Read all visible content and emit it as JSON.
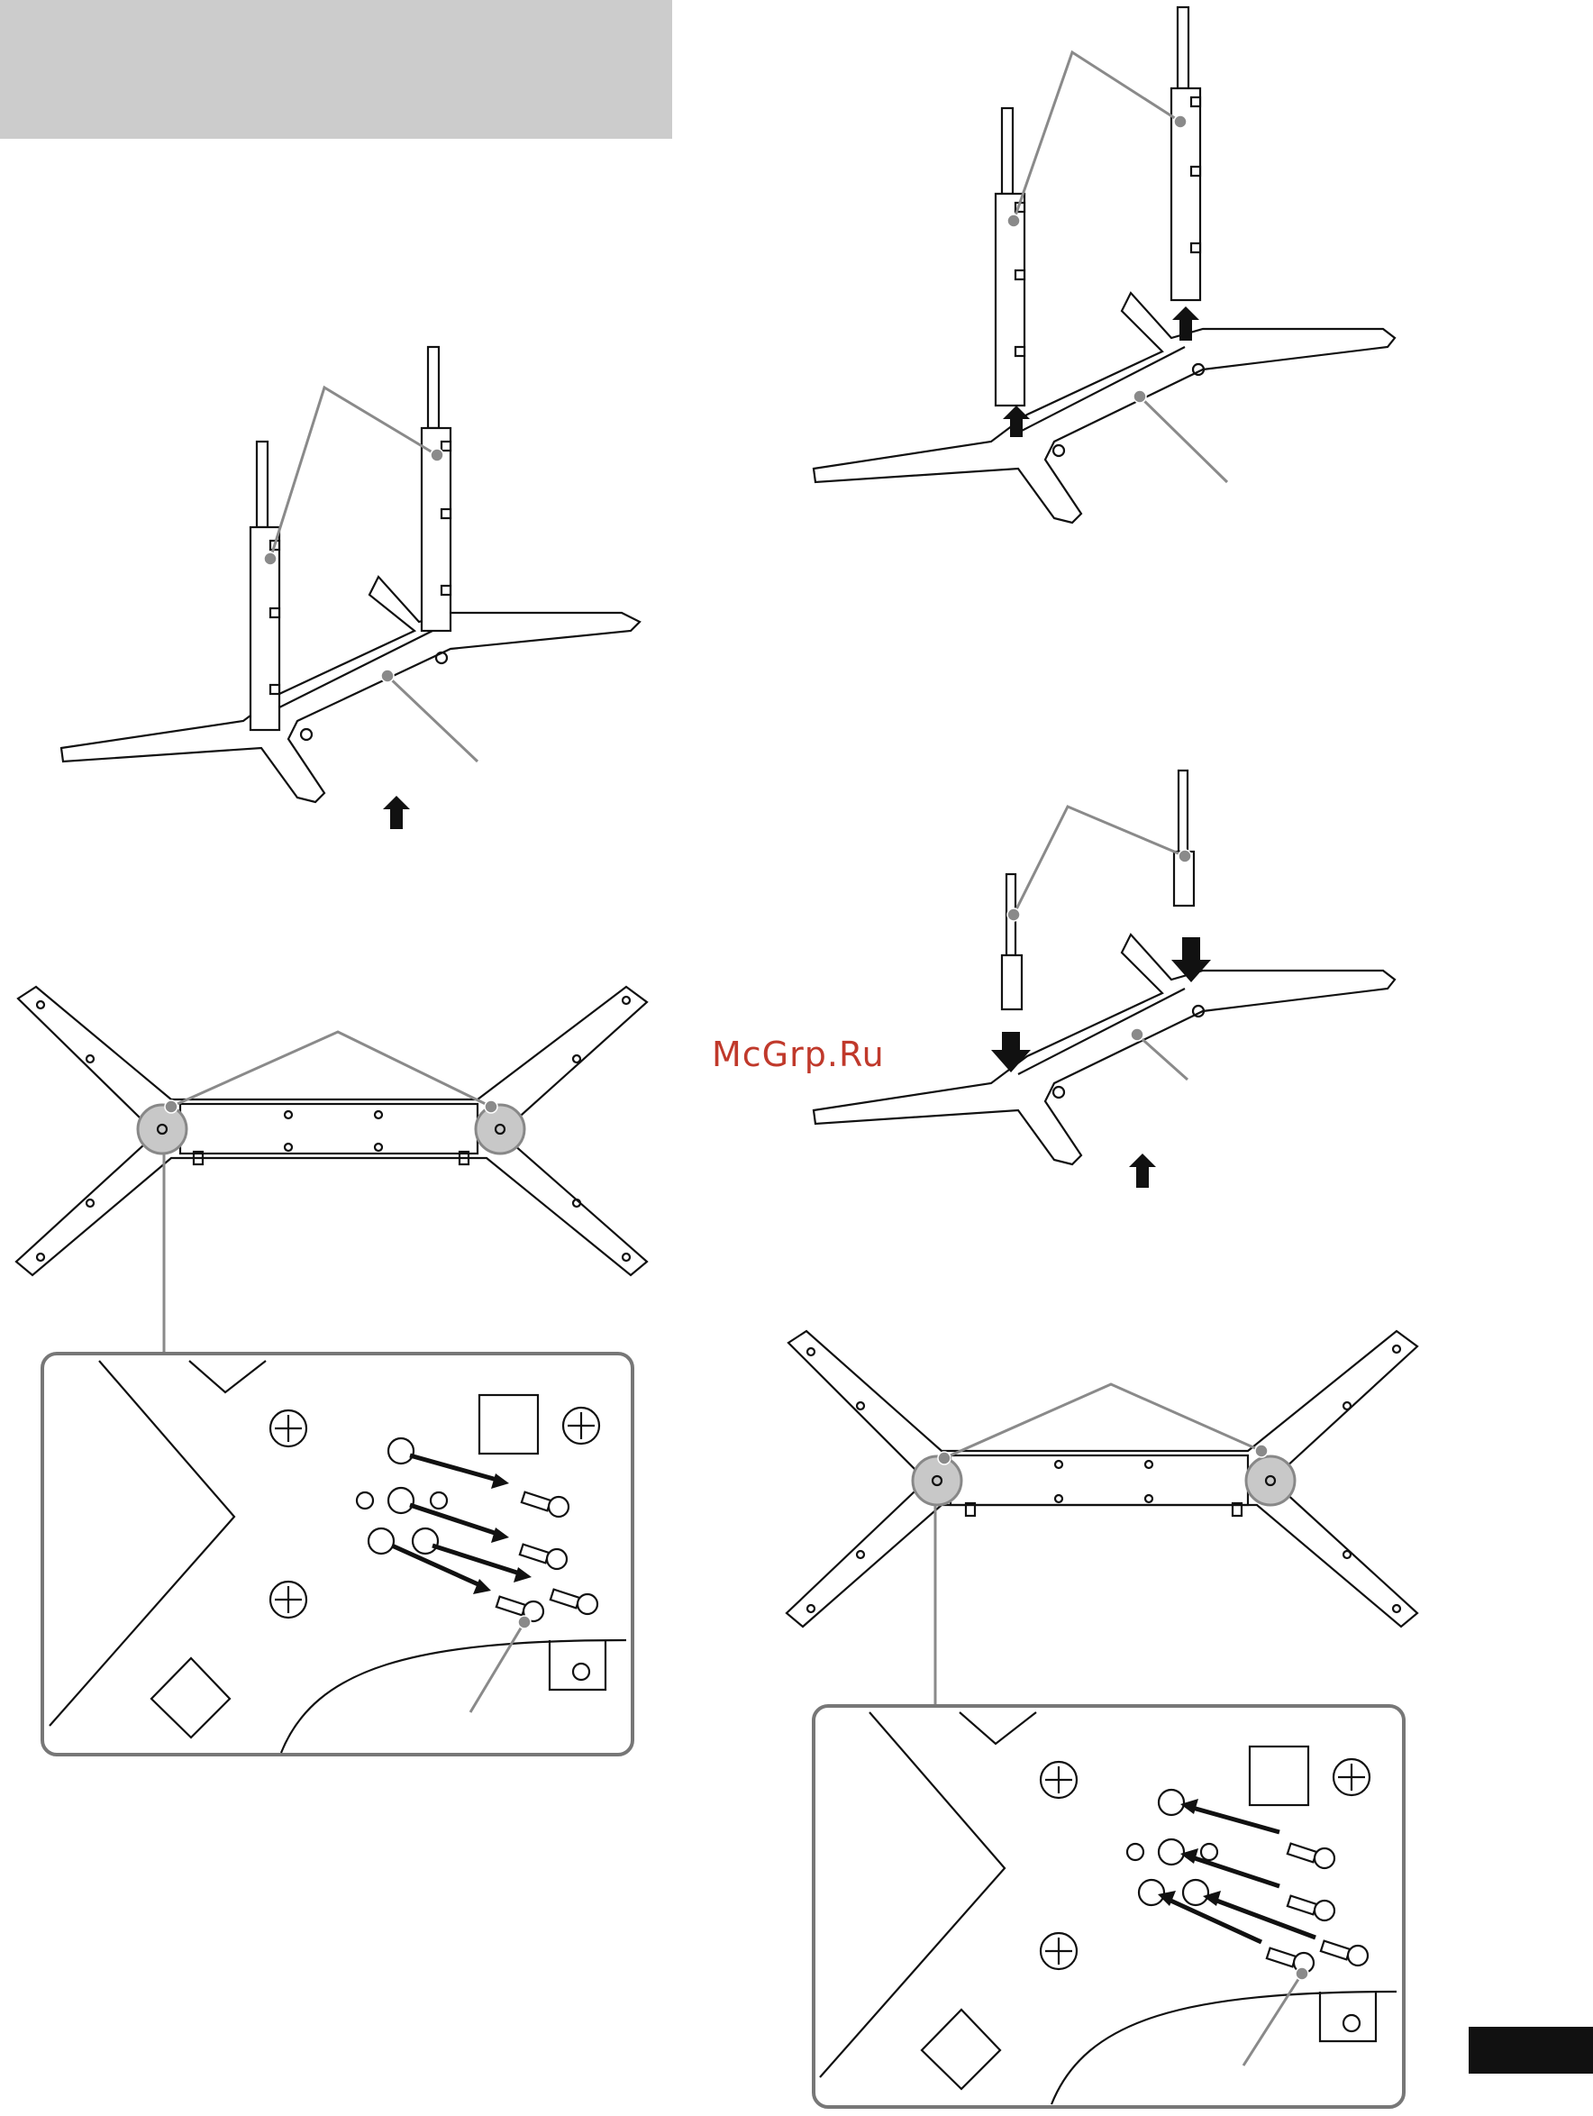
{
  "watermark": {
    "text": "McGrp.Ru",
    "color": "#c0392b"
  },
  "header_bar": {
    "color": "#cccccc"
  },
  "page_tab": {
    "color": "#111111"
  },
  "icons": [
    "stand-base-illustration",
    "stand-post-illustration",
    "screw-icon",
    "arrow-up-icon",
    "arrow-down-icon"
  ]
}
